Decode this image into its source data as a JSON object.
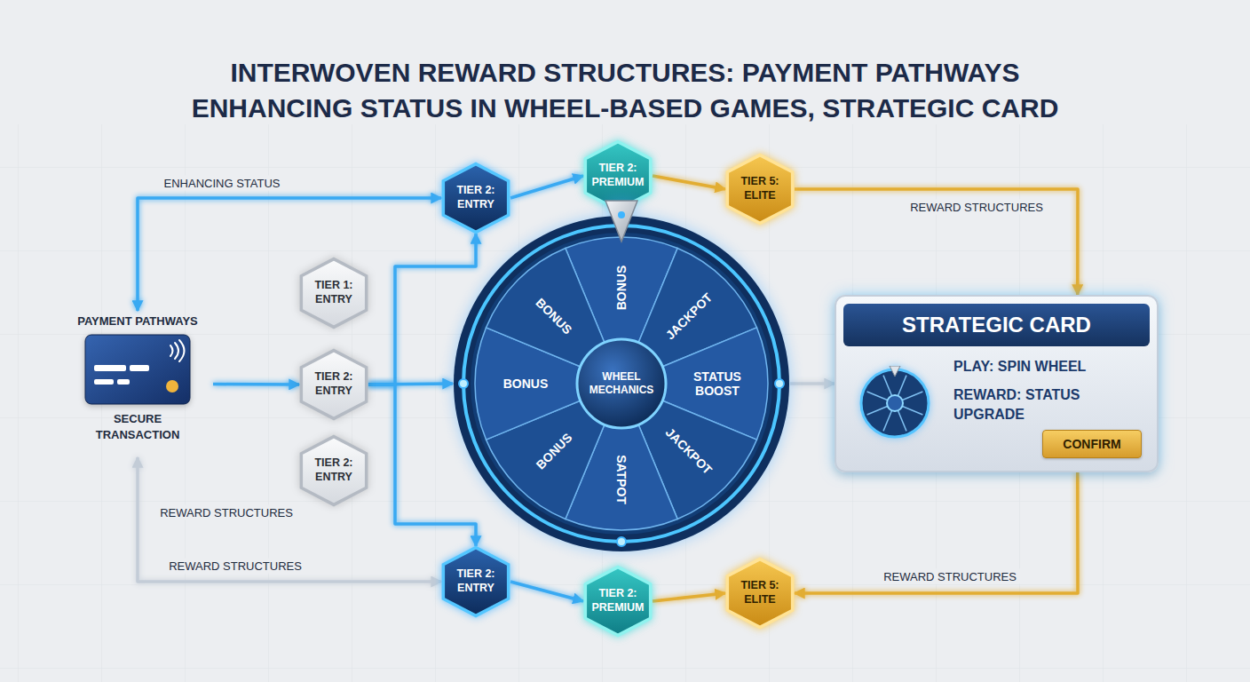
{
  "diagram": {
    "title": "INTERWOVEN REWARD STRUCTURES: PAYMENT PATHWAYS ENHANCING STATUS IN WHEEL-BASED GAMES, STRATEGIC CARD",
    "nodes": [
      {
        "text": [
          "PAYMENT PATHWAYS",
          "SECURE TRANSACTION"
        ]
      },
      {
        "text": [
          "TIER 1: ENTRY"
        ]
      },
      {
        "text": [
          "TIER 2: ENTRY"
        ]
      },
      {
        "text": [
          "TIER 2: ENTRY"
        ]
      },
      {
        "text": [
          "TIER 2: ENTRY"
        ]
      },
      {
        "text": [
          "TIER 2: PREMIUM"
        ]
      },
      {
        "text": [
          "TIER 5: ELITE"
        ]
      },
      {
        "text": [
          "BONUS",
          "JACKPOT",
          "STATUS BOOST",
          "JACKPOT",
          "SATPOT",
          "BONUS",
          "BONUS",
          "BONUS"
        ]
      },
      {
        "text": [
          "WHEEL MECHANICS"
        ],
        "in": 7
      },
      {
        "text": [
          "TIER 2: ENTRY"
        ]
      },
      {
        "text": [
          "TIER 2: PREMIUM"
        ]
      },
      {
        "text": [
          "TIER 5: ELITE"
        ]
      },
      {
        "text": [
          "STRATEGIC CARD",
          "PLAY: SPIN WHEEL",
          "REWARD: STATUS UPGRADE"
        ]
      },
      {
        "text": [
          "CONFIRM"
        ],
        "in": 12
      }
    ],
    "edges": [
      {
        "from": 0,
        "to": 4,
        "arrow": "both",
        "label": "ENHANCING STATUS"
      },
      {
        "from": 0,
        "to": 2,
        "arrow": "to"
      },
      {
        "from": 2,
        "to": 4,
        "arrow": "to"
      },
      {
        "from": 2,
        "to": 7,
        "arrow": "to"
      },
      {
        "from": 2,
        "to": 9,
        "arrow": "to"
      },
      {
        "from": 4,
        "to": 5,
        "arrow": "to"
      },
      {
        "from": 5,
        "to": 6,
        "arrow": "to"
      },
      {
        "from": 6,
        "to": 12,
        "arrow": "to",
        "label": "REWARD STRUCTURES"
      },
      {
        "from": 7,
        "to": 12,
        "arrow": "to"
      },
      {
        "from": 12,
        "to": 11,
        "arrow": "to",
        "label": "REWARD STRUCTURES"
      },
      {
        "from": 9,
        "to": 10,
        "arrow": "to"
      },
      {
        "from": 10,
        "to": 11,
        "arrow": "to"
      },
      {
        "from": 9,
        "to": 0,
        "arrow": "both",
        "label": "REWARD STRUCTURES"
      }
    ],
    "labels": [
      "REWARD STRUCTURES"
    ]
  }
}
